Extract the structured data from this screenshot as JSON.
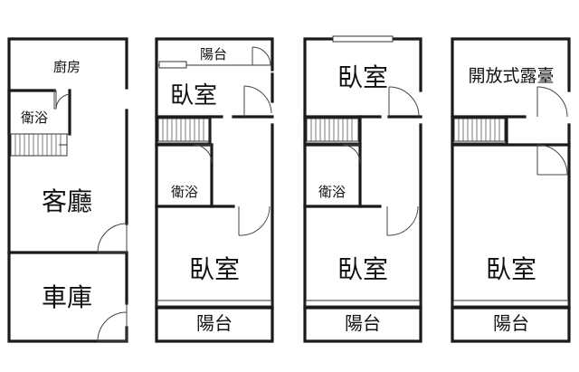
{
  "floors": [
    {
      "rooms": {
        "kitchen": "廚房",
        "bath": "衛浴",
        "living": "客廳",
        "garage": "車庫"
      }
    },
    {
      "rooms": {
        "balcony_top": "陽台",
        "bedroom_top": "臥室",
        "bath": "衛浴",
        "bedroom_bottom": "臥室",
        "balcony_bottom": "陽台"
      }
    },
    {
      "rooms": {
        "bedroom_top": "臥室",
        "bath": "衛浴",
        "bedroom_bottom": "臥室",
        "balcony_bottom": "陽台"
      }
    },
    {
      "rooms": {
        "terrace": "開放式露臺",
        "bedroom": "臥室",
        "balcony_bottom": "陽台"
      }
    }
  ],
  "icons": [
    "door-swing-icon",
    "window-icon",
    "staircase-icon"
  ],
  "colors": {
    "wall": "#1a1a1a",
    "background": "#ffffff"
  }
}
